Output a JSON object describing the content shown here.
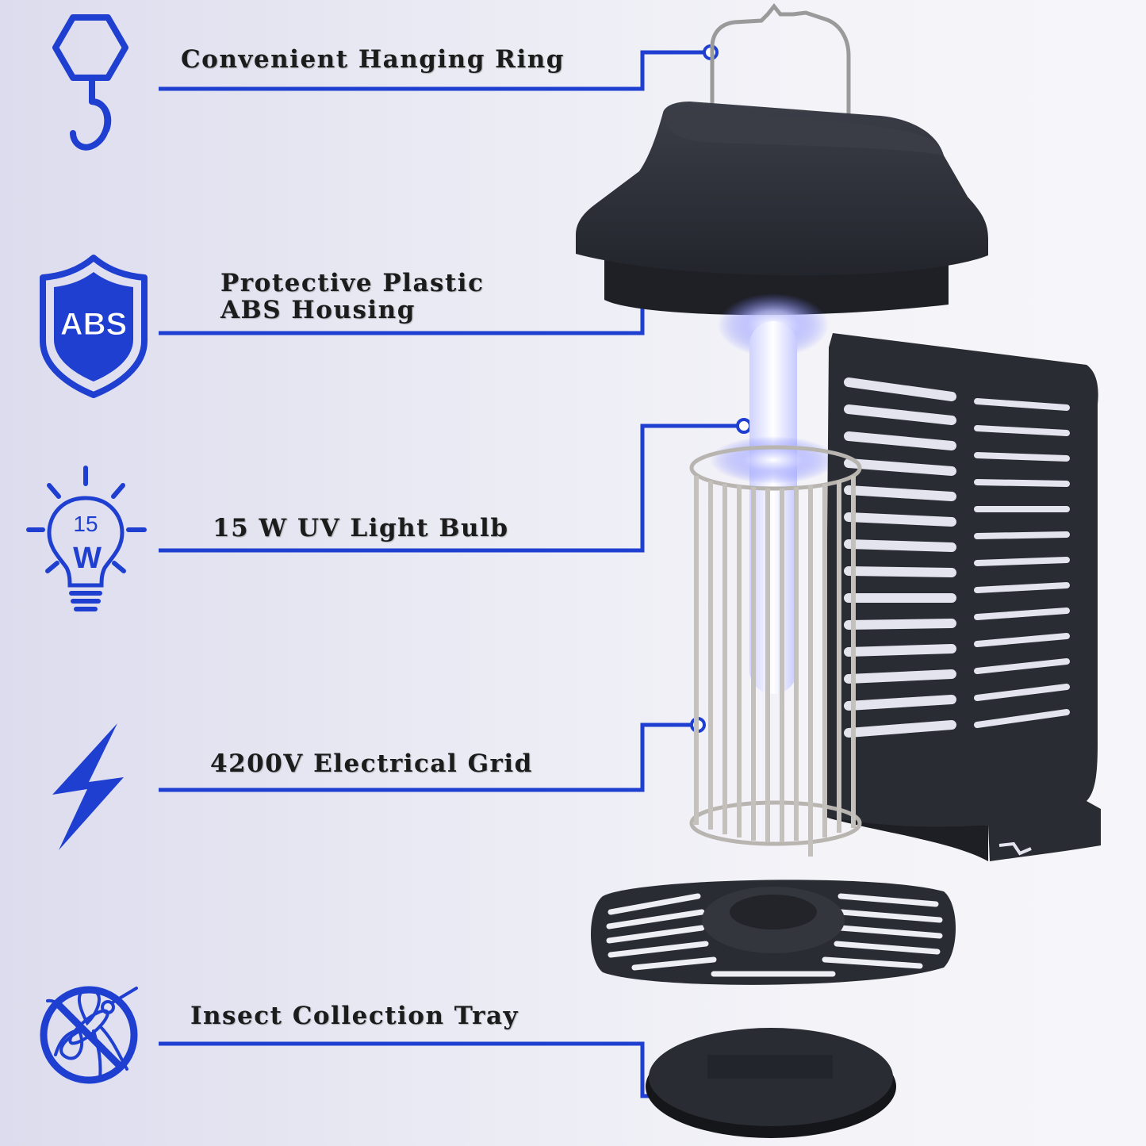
{
  "colors": {
    "accent_blue": "#1f3fd1",
    "housing_dark": "#2e3038",
    "grid_metal": "#c4c0bb",
    "uv_glow": "#d9dcff"
  },
  "features": [
    {
      "id": "hanging-ring",
      "icon": "hook-icon",
      "label": "Convenient Hanging Ring"
    },
    {
      "id": "housing",
      "icon": "abs-shield-icon",
      "icon_text": "ABS",
      "label_line1": "Protective Plastic",
      "label_line2": "ABS Housing"
    },
    {
      "id": "bulb",
      "icon": "bulb-15w-icon",
      "icon_text_top": "15",
      "icon_text_bottom": "W",
      "label": "15 W UV Light Bulb"
    },
    {
      "id": "grid",
      "icon": "lightning-icon",
      "label": "4200V Electrical Grid"
    },
    {
      "id": "tray",
      "icon": "no-mosquito-icon",
      "label": "Insect Collection Tray"
    }
  ]
}
